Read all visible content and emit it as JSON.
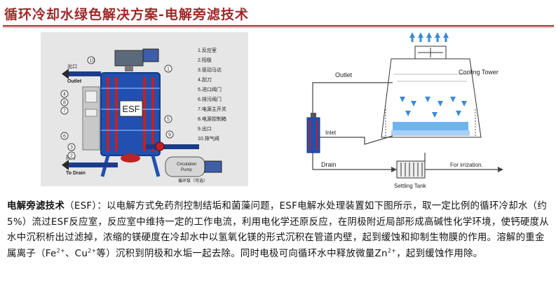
{
  "title": "循环冷却水绿色解决方案-电解旁滤技术",
  "left_diagram": {
    "esf_label": "ESF",
    "outlet_cn": "出口",
    "outlet_en": "Outlet",
    "drain_cn": "排污",
    "drain_en": "To Drain",
    "pump_label_1": "Circulation",
    "pump_label_2": "Pump",
    "pump_cn": "循环泵（可选）",
    "callouts": [
      "1",
      "2",
      "3",
      "4",
      "5",
      "6",
      "7",
      "8",
      "9",
      "10"
    ],
    "legend": [
      "1.反应室",
      "2.阳极",
      "3.驱动马达",
      "4.刮刀",
      "5.进口阀门",
      "6.排污阀门",
      "7.电源主开关",
      "8.电源控制箱",
      "9.出口",
      "10.排气阀"
    ]
  },
  "right_diagram": {
    "outlet": "Outlet",
    "cooling_tower": "Cooling Tower",
    "inlet": "Inlet",
    "drain": "Drain",
    "for_irrigation": "For irrization.",
    "settling_tank": "Settling Tank"
  },
  "body": {
    "term": "电解旁滤技术",
    "p1": "（ESF）：以电解方式免药剂控制结垢和菌藻问题，ESF电解水处理装置如下图所示，取一定比例的循环冷却水（约5%）流过ESF反应室，反应室中维持一定的工作电流，利用电化学还原反应，在阴极附近局部形成高碱性化学环境，使钙硬度从水中沉积析出过滤掉，浓缩的镁硬度在冷却水中以氢氧化镁的形式沉积在管道内壁，起到缓蚀和抑制生物膜的作用。溶解的重金属离子（Fe",
    "sup1": "2+",
    "p2": "、Cu",
    "sup2": "2+",
    "p3": "等）沉积到阴极和水垢一起去除。同时电极可向循环水中释放微量Zn",
    "sup3": "2+",
    "p4": "，起到缓蚀作用除。"
  },
  "colors": {
    "title": "#9d2a2a",
    "vessel_blue": "#2050b0",
    "vessel_red": "#c62020",
    "pipe_blue": "#3a74c8",
    "arrow_blue": "#3d8ad8"
  }
}
